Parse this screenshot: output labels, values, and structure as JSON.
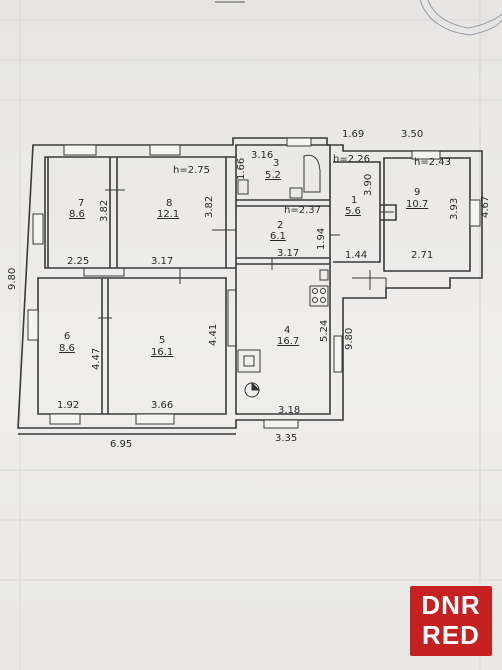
{
  "plan": {
    "rooms": [
      {
        "num": "1",
        "area": "5.6"
      },
      {
        "num": "2",
        "area": "6.1"
      },
      {
        "num": "3",
        "area": "5.2"
      },
      {
        "num": "4",
        "area": "16.7"
      },
      {
        "num": "5",
        "area": "16.1"
      },
      {
        "num": "6",
        "area": "8.6"
      },
      {
        "num": "7",
        "area": "8.6"
      },
      {
        "num": "8",
        "area": "12.1"
      },
      {
        "num": "9",
        "area": "10.7"
      }
    ],
    "heights": {
      "main": "h=2.75",
      "hall": "h=2.37",
      "entry": "h=2.26",
      "annex": "h=2.43"
    },
    "dims": {
      "top_entry": "1.69",
      "top_annex": "3.50",
      "r3_width": "3.16",
      "r3_height": "1.66",
      "r7_height": "3.82",
      "r8_height": "3.82",
      "r1_height": "3.90",
      "r9_height": "3.93",
      "annex_outer": "4.67",
      "r2_height": "1.94",
      "r7_width": "2.25",
      "r8_width": "3.17",
      "r2_width": "3.17",
      "r1_width": "1.44",
      "r9_width": "2.71",
      "left_total": "9.80",
      "right_total": "9.80",
      "r5_height": "4.41",
      "r4_height": "5.24",
      "r6_height": "4.47",
      "r6_width": "1.92",
      "r5_width": "3.66",
      "r4_width": "3.18",
      "bottom_left": "6.95",
      "bottom_right": "3.35"
    }
  },
  "watermark": {
    "line1": "DNR",
    "line2": "RED",
    "color": "#c62020"
  }
}
